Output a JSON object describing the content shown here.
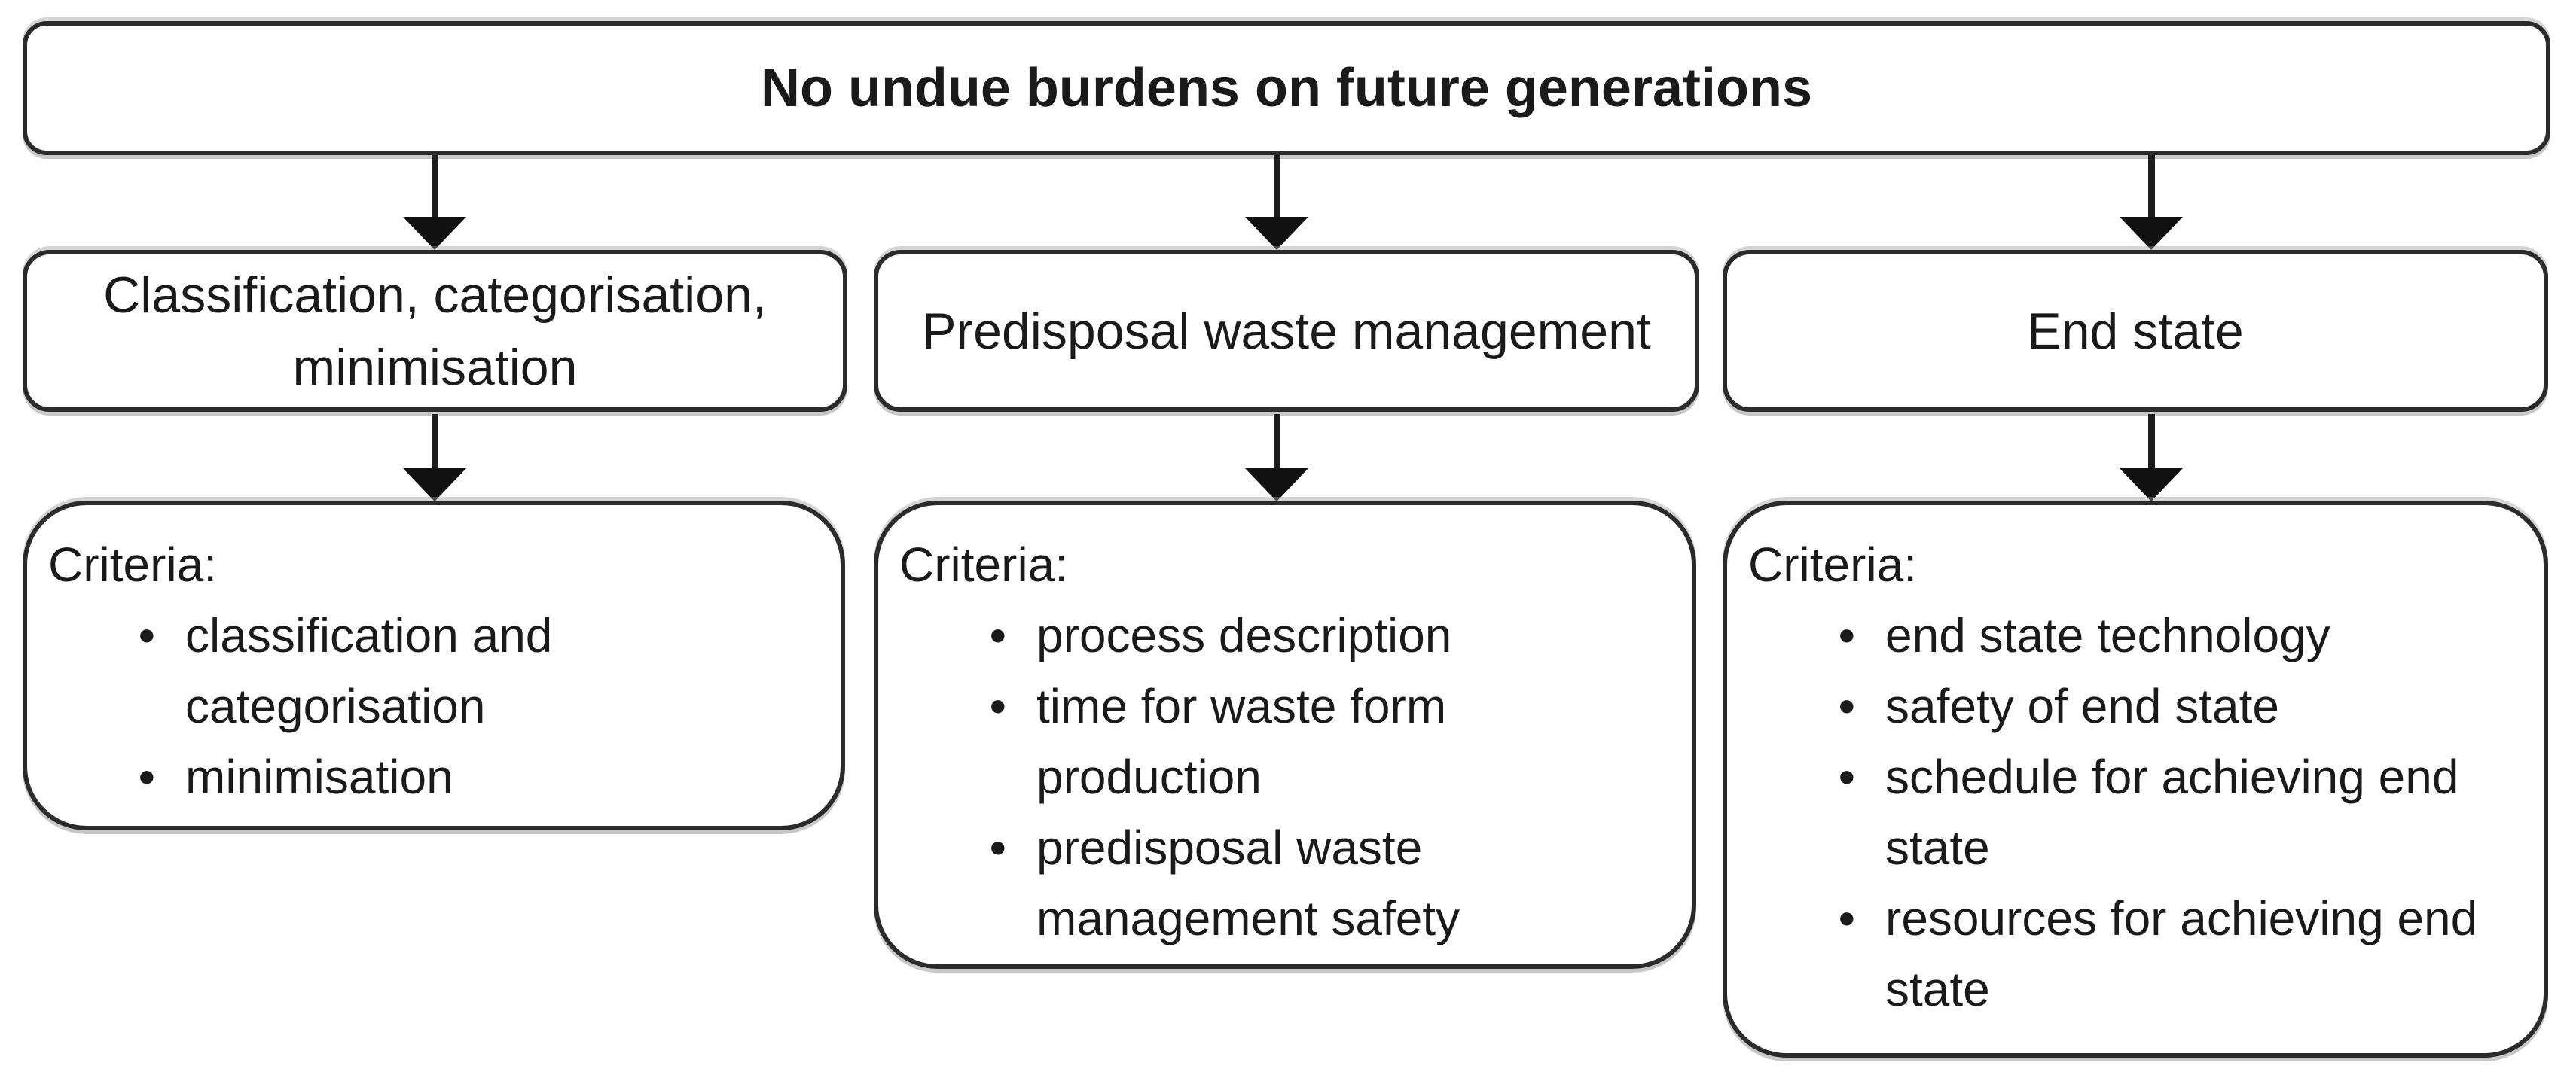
{
  "root": {
    "label": "No undue burdens on future generations"
  },
  "icons": {
    "bullet": "•"
  },
  "columns": [
    {
      "box_label": "Classification, categorisation, minimisation",
      "criteria_heading": "Criteria:",
      "criteria": [
        "classification and categorisation",
        "minimisation"
      ]
    },
    {
      "box_label": "Predisposal waste management",
      "criteria_heading": "Criteria:",
      "criteria": [
        "process description",
        "time for waste form production",
        "predisposal waste management safety"
      ]
    },
    {
      "box_label": "End state",
      "criteria_heading": "Criteria:",
      "criteria": [
        "end state technology",
        "safety of end state",
        "schedule for achieving end state",
        "resources for achieving end state"
      ]
    }
  ],
  "colors": {
    "background": "#ffffff",
    "border": "#2b2b2b",
    "text": "#1a1a1a",
    "arrow": "#1c1c1c"
  }
}
